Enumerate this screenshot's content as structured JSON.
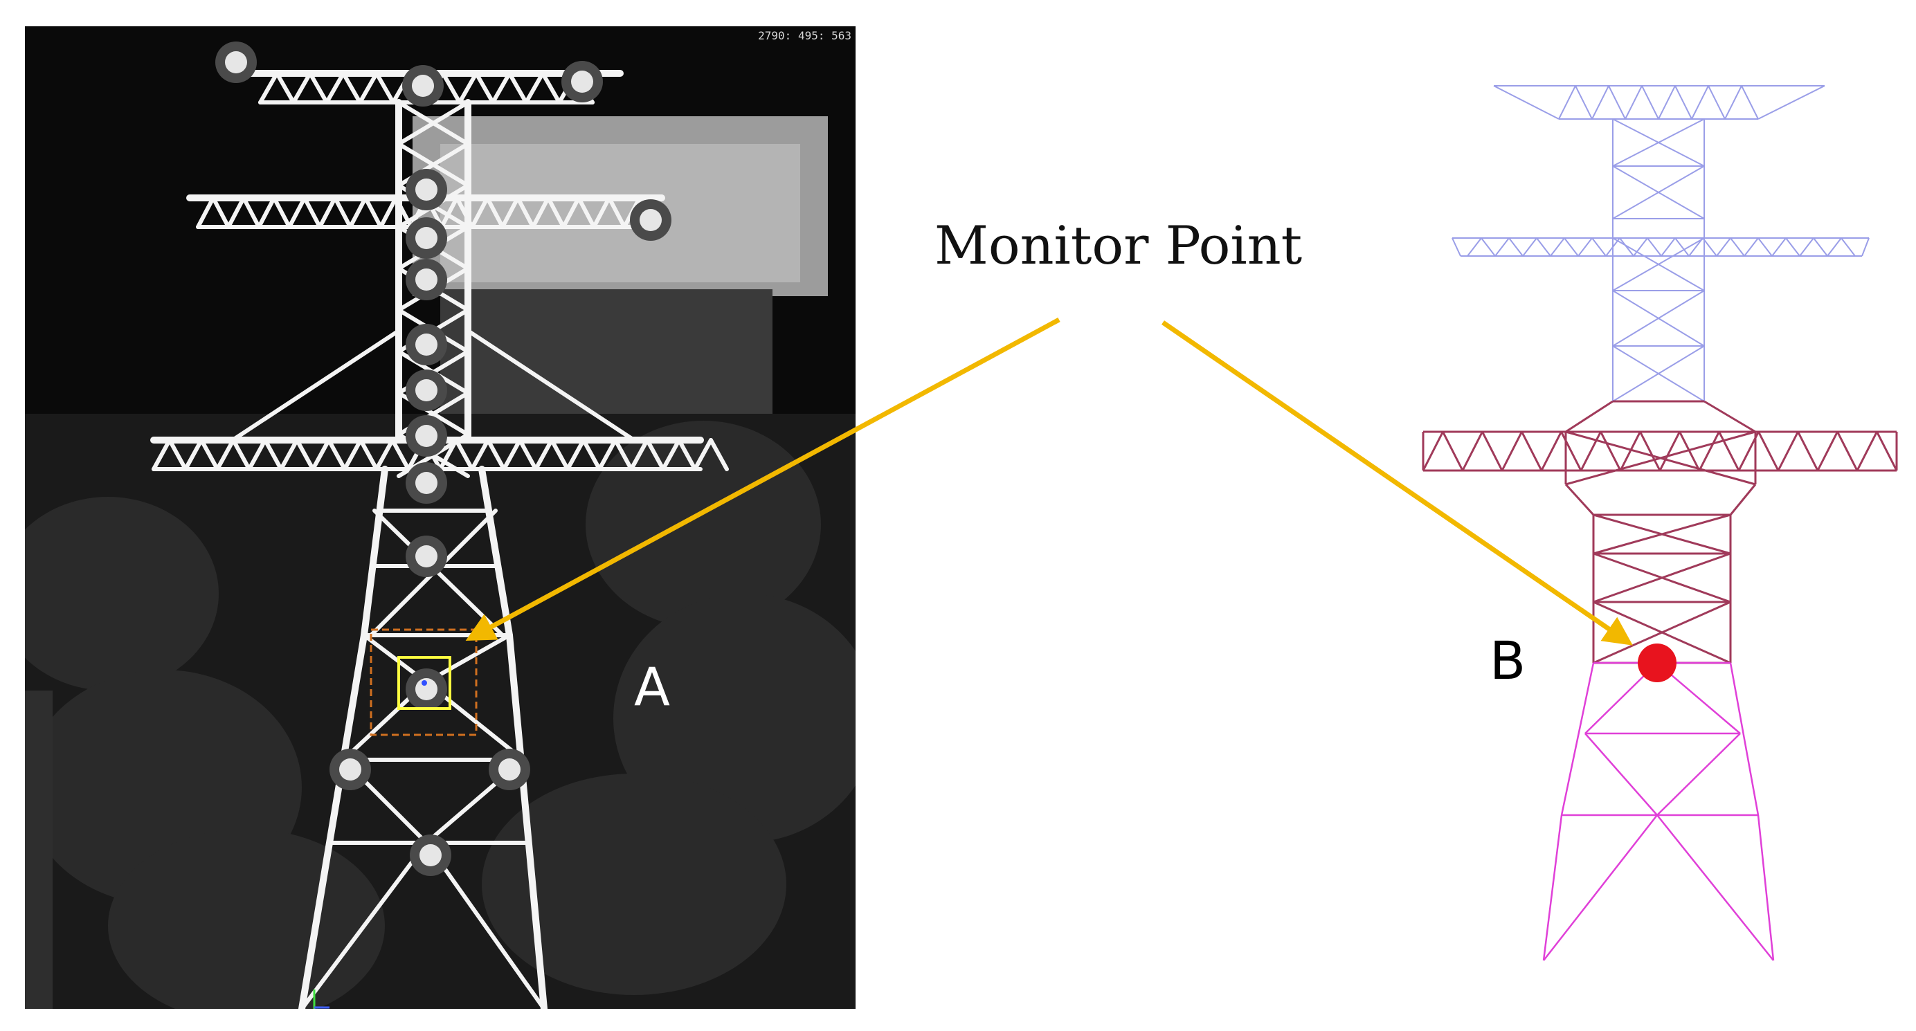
{
  "annotation": {
    "title": "Monitor Point",
    "label_a": "A",
    "label_b": "B"
  },
  "photo": {
    "readout": "2790: 495: 563"
  },
  "colors": {
    "arrow": "#f2b800",
    "monitor_dot": "#e8131e",
    "model_upper": "#9a9ee8",
    "model_middle": "#a03a5a",
    "model_lower": "#e040d8",
    "roi_box": "#d07020",
    "target_box": "#ffff40"
  }
}
